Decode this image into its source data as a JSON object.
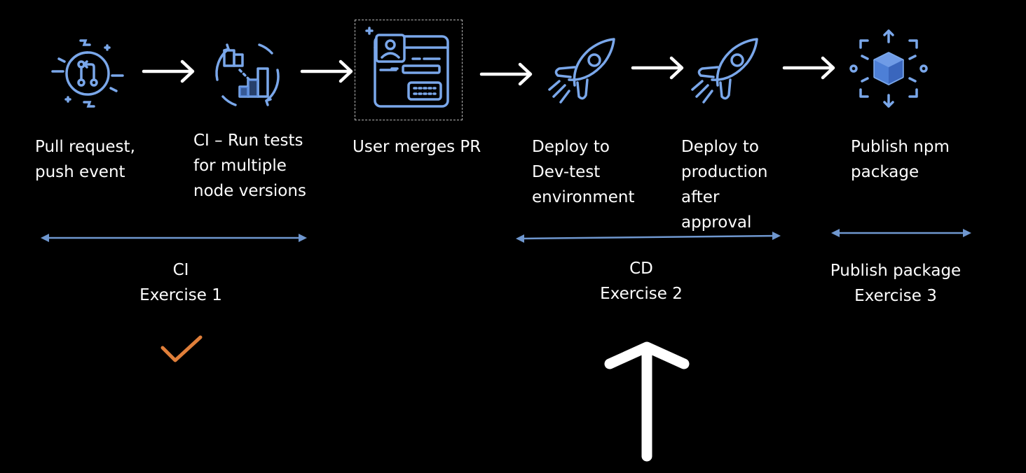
{
  "colors": {
    "background": "#000000",
    "icon": "#7aa7ea",
    "icon_fill": "#4d7fd6",
    "flow_arrow": "#ffffff",
    "range_arrow": "#6f97cf",
    "check": "#e07f3a",
    "text": "#ffffff"
  },
  "steps": [
    {
      "icon": "pull-request-icon",
      "lines": [
        "Pull request,",
        "push event"
      ]
    },
    {
      "icon": "test-runner-icon",
      "lines": [
        "CI – Run tests",
        "for multiple",
        "node versions"
      ]
    },
    {
      "icon": "merge-form-icon",
      "lines": [
        "User merges PR"
      ]
    },
    {
      "icon": "rocket-icon",
      "lines": [
        "Deploy to",
        "Dev-test",
        "environment"
      ]
    },
    {
      "icon": "rocket-icon",
      "lines": [
        "Deploy to",
        "production",
        "after",
        "approval"
      ]
    },
    {
      "icon": "package-cube-icon",
      "lines": [
        "Publish npm",
        "package"
      ]
    }
  ],
  "groups": [
    {
      "lines": [
        "CI",
        "Exercise 1"
      ],
      "status": "check-icon"
    },
    {
      "lines": [
        "CD",
        "Exercise 2"
      ],
      "status": "up-arrow-pointer-icon"
    },
    {
      "lines": [
        "Publish package",
        "Exercise 3"
      ]
    }
  ]
}
